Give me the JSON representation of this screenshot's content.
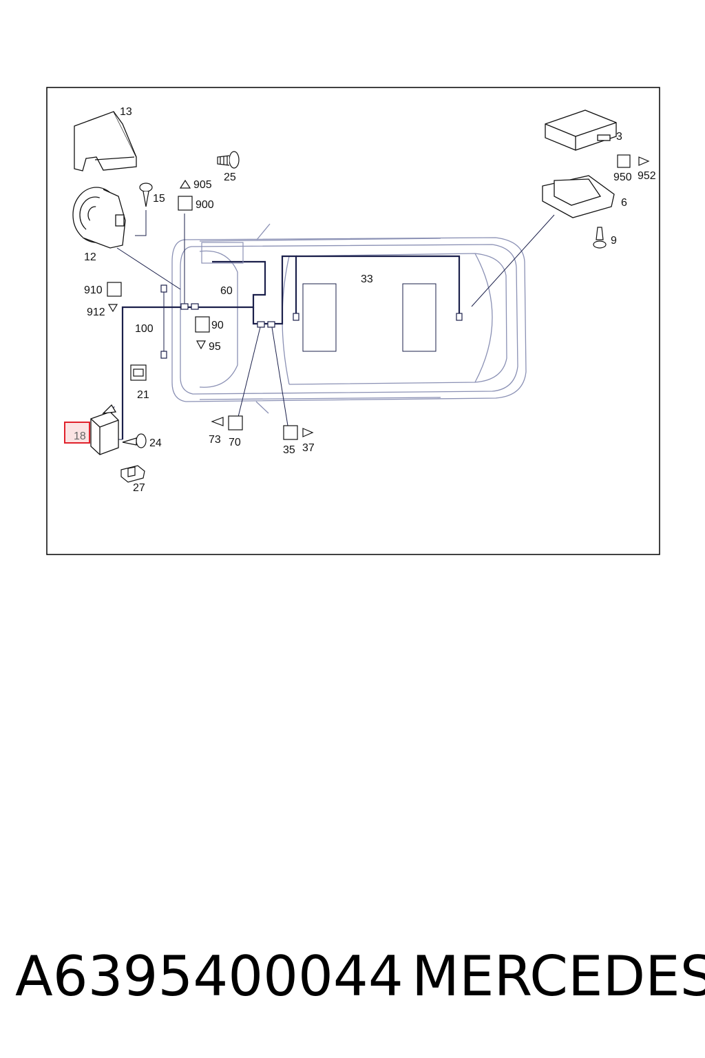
{
  "callouts": {
    "c13": "13",
    "c3": "3",
    "c25": "25",
    "c905": "905",
    "c900": "900",
    "c15": "15",
    "c950": "950",
    "c952": "952",
    "c6": "6",
    "c12": "12",
    "c9": "9",
    "c33": "33",
    "c910": "910",
    "c60": "60",
    "c912": "912",
    "c90": "90",
    "c100": "100",
    "c95": "95",
    "c21": "21",
    "c18": "18",
    "c24": "24",
    "c73": "73",
    "c70": "70",
    "c35": "35",
    "c37": "37",
    "c27": "27"
  },
  "highlighted_part": "18",
  "colors": {
    "highlight": "#e0202a",
    "highlight_fill": "#fbe3e3",
    "car_outline": "#8a90b4",
    "wire": "#1a1f4a"
  },
  "footer": {
    "part_number": "A6395400044",
    "brand": "MERCEDES"
  }
}
